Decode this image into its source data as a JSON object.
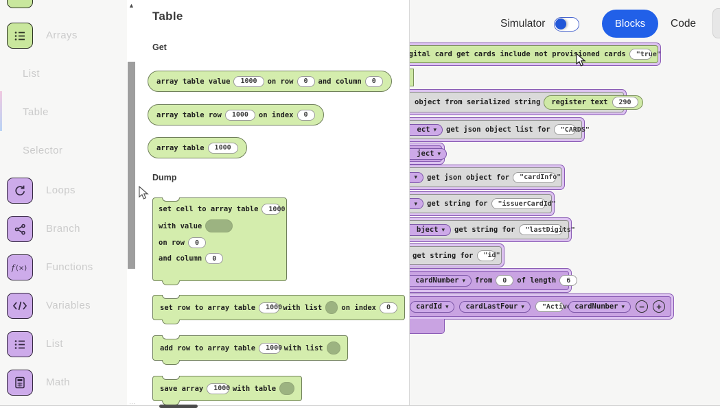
{
  "topbar": {
    "simulator_label": "Simulator",
    "blocks_label": "Blocks",
    "code_label": "Code"
  },
  "sidebar": {
    "items": [
      {
        "label": "Arrays"
      },
      {
        "label": "List"
      },
      {
        "label": "Table"
      },
      {
        "label": "Selector"
      },
      {
        "label": "Loops"
      },
      {
        "label": "Branch"
      },
      {
        "label": "Functions"
      },
      {
        "label": "Variables"
      },
      {
        "label": "List"
      },
      {
        "label": "Math"
      }
    ]
  },
  "flyout": {
    "title": "Table",
    "section_get": "Get",
    "section_dump": "Dump",
    "get_value": {
      "t1": "array table value",
      "num": "1000",
      "t2": "on row",
      "row": "0",
      "t3": "and column",
      "col": "0"
    },
    "get_row": {
      "t1": "array table row",
      "num": "1000",
      "t2": "on index",
      "idx": "0"
    },
    "get_table": {
      "t1": "array table",
      "num": "1000"
    },
    "set_cell": {
      "t1": "set cell to array table",
      "num": "1000",
      "t2": "with value",
      "t3": "on row",
      "row": "0",
      "t4": "and column",
      "col": "0"
    },
    "set_row": {
      "t1": "set row to array table",
      "num": "1000",
      "t2": "with list",
      "t3": "on index",
      "idx": "0"
    },
    "add_row": {
      "t1": "add row to array table",
      "num": "1000",
      "t2": "with list"
    },
    "save_array": {
      "t1": "save array",
      "num": "1000",
      "t2": "with table"
    }
  },
  "canvas": {
    "get_cards": {
      "text": "digital card get cards include not provisioned cards",
      "value": "\"true\""
    },
    "from_serialized": {
      "text": "object from serialized string",
      "reg_label": "register text",
      "reg_value": "290"
    },
    "json_list": {
      "dropdown": "ect",
      "text": "get json object list for",
      "value": "\"CARDS\""
    },
    "object_dd": {
      "dropdown": "ject"
    },
    "json_obj": {
      "dropdown": "",
      "text": "get json object for",
      "value": "\"cardInfo\""
    },
    "issuer": {
      "dropdown": "",
      "text": "get string for",
      "value": "\"issuerCardId\""
    },
    "last_digits": {
      "dropdown": "bject",
      "text": "get string for",
      "value": "\"lastDigits\""
    },
    "get_id": {
      "text": "get string for",
      "value": "\"id\""
    },
    "substring": {
      "dropdown": "cardNumber",
      "t1": "from",
      "from": "0",
      "t2": "of length",
      "len": "6"
    },
    "card_list": {
      "dd1": "cardId",
      "dd2": "cardLastFour",
      "value": "\"Active\"",
      "dd3": "cardNumber"
    }
  },
  "icons": {
    "dropdown_arrow": "▾",
    "minus_icon": "−",
    "plus_icon": "+",
    "scroll_up_icon": "▲",
    "grip_dots": "⋯"
  }
}
